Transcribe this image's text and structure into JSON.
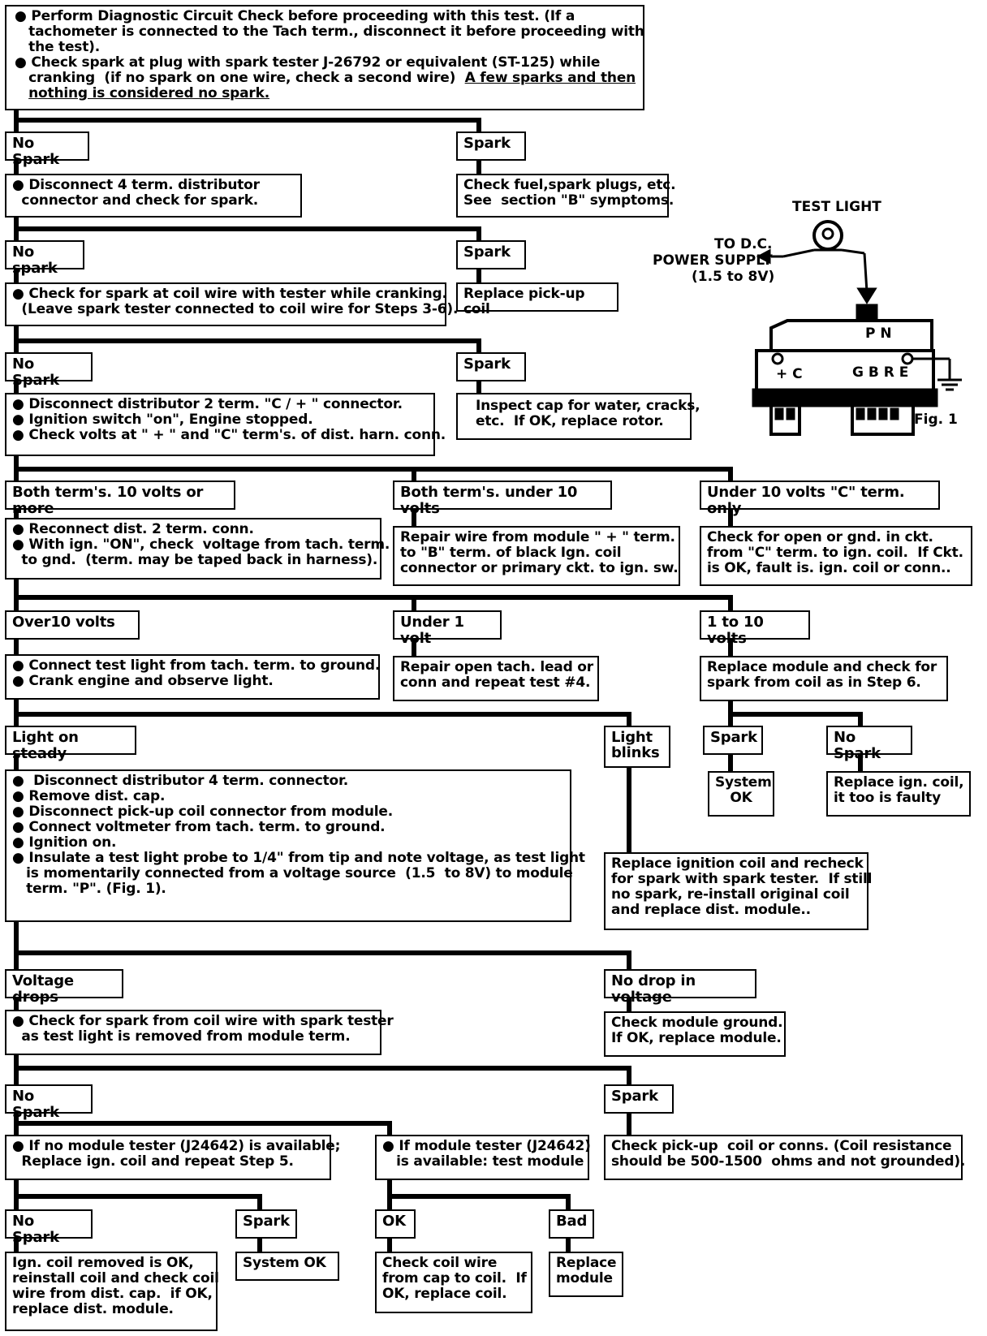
{
  "intro": {
    "line1": "● Perform Diagnostic Circuit Check before proceeding with this test. (If a",
    "line2": "   tachometer is connected to the Tach term., disconnect it before proceeding with",
    "line3": "   the test).",
    "line4": "● Check spark at plug with spark tester J-26792 or equivalent (ST-125) while",
    "line5a": "   cranking  (if no spark on one wire, check a second wire)  ",
    "line5b": "A few sparks and then",
    "line6": "nothing is considered no spark."
  },
  "step1": {
    "no_spark": "No Spark",
    "spark": "Spark",
    "action_l1": "● Disconnect 4 term. distributor",
    "action_l2": "  connector and check for spark.",
    "spark_l1": "Check fuel,spark plugs, etc.",
    "spark_l2": "See  section \"B\" symptoms."
  },
  "step2": {
    "no_spark": "No spark",
    "spark": "Spark",
    "action_l1": "● Check for spark at coil wire with tester while cranking.",
    "action_l2": "  (Leave spark tester connected to coil wire for Steps 3-6).",
    "spark_action": "Replace pick-up coil"
  },
  "step3": {
    "no_spark": "No  Spark",
    "spark": "Spark",
    "action_l1": "● Disconnect distributor 2 term. \"C / + \" connector.",
    "action_l2": "● Ignition switch \"on\", Engine stopped.",
    "action_l3": "● Check volts at \" + \" and \"C\" term's. of dist. harn. conn.",
    "spark_l1": "Inspect cap for water, cracks,",
    "spark_l2": "etc.  If OK, replace rotor."
  },
  "step4": {
    "both10": "Both term's. 10 volts or more",
    "under10": "Both term's. under 10 volts",
    "conly": "Under 10 volts \"C\" term. only",
    "a_l1": "● Reconnect dist. 2 term. conn.",
    "a_l2": "● With ign. \"ON\", check  voltage from tach. term.",
    "a_l3": "  to gnd.  (term. may be taped back in harness).",
    "b_l1": "Repair wire from module \" + \" term.",
    "b_l2": "to \"B\" term. of black Ign. coil",
    "b_l3": "connector or primary ckt. to ign. sw.",
    "c_l1": "Check for open or gnd. in ckt.",
    "c_l2": "from \"C\" term. to ign. coil.  If Ckt.",
    "c_l3": "is OK, fault is. ign. coil or conn.."
  },
  "step5": {
    "over10": "Over10 volts",
    "under1": "Under 1 volt",
    "one_to_ten": "1 to 10 volts",
    "a_l1": "● Connect test light from tach. term. to ground.",
    "a_l2": "● Crank engine and observe light.",
    "b_l1": "Repair open tach. lead or",
    "b_l2": "conn and repeat test #4.",
    "c_l1": "Replace module and check for",
    "c_l2": "spark from coil as in Step 6."
  },
  "step6": {
    "steady": "Light on steady",
    "blinks_l1": "Light",
    "blinks_l2": "blinks",
    "spark": "Spark",
    "no_spark": "No Spark",
    "system_ok_l1": "System",
    "system_ok_l2": "OK",
    "replace_coil_l1": "Replace ign. coil,",
    "replace_coil_l2": "it too is faulty",
    "a_l1": "●  Disconnect distributor 4 term. connector.",
    "a_l2": "● Remove dist. cap.",
    "a_l3": "● Disconnect pick-up coil connector from module.",
    "a_l4": "● Connect voltmeter from tach. term. to ground.",
    "a_l5": "● Ignition on.",
    "a_l6": "● Insulate a test light probe to 1/4\" from tip and note voltage, as test light",
    "a_l7": "   is momentarily connected from a voltage source  (1.5  to 8V) to module",
    "a_l8": "   term. \"P\". (Fig. 1).",
    "blink_l1": "Replace ignition coil and recheck",
    "blink_l2": "for spark with spark tester.  If still",
    "blink_l3": "no spark, re-install original coil",
    "blink_l4": "and replace dist. module.."
  },
  "step7": {
    "drops": "Voltage drops",
    "no_drop": "No drop in voltage",
    "a_l1": "● Check for spark from coil wire with spark tester",
    "a_l2": "  as test light is removed from module term.",
    "b_l1": "Check module ground.",
    "b_l2": "If OK, replace module."
  },
  "step8": {
    "no_spark": "No Spark",
    "spark": "Spark",
    "a_l1": "● If no module tester (J24642) is available;",
    "a_l2": "  Replace ign. coil and repeat Step 5.",
    "b_l1": "● If module tester (J24642)",
    "b_l2": "   is available: test module",
    "c_l1": "Check pick-up  coil or conns. (Coil resistance",
    "c_l2": "should be 500-1500  ohms and not grounded)."
  },
  "step9": {
    "no_spark": "No Spark",
    "spark": "Spark",
    "ok": "OK",
    "bad": "Bad",
    "a_l1": "Ign. coil removed is OK,",
    "a_l2": "reinstall coil and check coil",
    "a_l3": "wire from dist. cap.  if OK,",
    "a_l4": "replace dist. module.",
    "system_ok": "System OK",
    "ok_l1": "Check coil wire",
    "ok_l2": "from cap to coil.  If",
    "ok_l3": "OK, replace coil.",
    "bad_l1": "Replace",
    "bad_l2": "module"
  },
  "figure": {
    "test_light": "TEST LIGHT",
    "to_dc": "TO D.C.",
    "power_supply": "POWER SUPPLY",
    "range": "(1.5 to 8V)",
    "pn": "P N",
    "plus_c": "+ C",
    "gbre": "G B R E",
    "fig": "Fig. 1"
  }
}
